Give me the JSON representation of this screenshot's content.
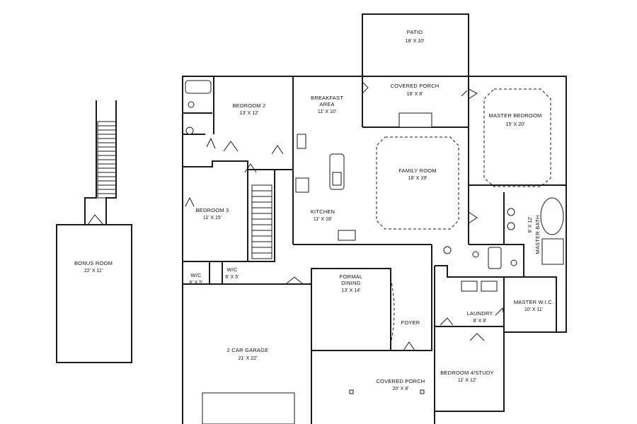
{
  "rooms": {
    "patio": {
      "name": "PATIO",
      "size": "18' X 10'"
    },
    "covered_porch_rear": {
      "name": "COVERED PORCH",
      "size": "18' X 8'"
    },
    "breakfast": {
      "name_line1": "BREAKFAST",
      "name_line2": "AREA",
      "size": "11' X 10'"
    },
    "bedroom2": {
      "name": "BEDROOM 2",
      "size": "13' X 12'"
    },
    "master_bedroom": {
      "name": "MASTER BEDROOM",
      "size": "15' X 20'"
    },
    "family_room": {
      "name": "FAMILY ROOM",
      "size": "18' X 19'"
    },
    "bedroom3": {
      "name": "BEDROOM 3",
      "size": "11' X 15'"
    },
    "kitchen": {
      "name": "KITCHEN",
      "size": "11' X 18'"
    },
    "master_bath": {
      "name": "MASTER BATH",
      "size": "9' X 12'"
    },
    "bonus_room": {
      "name": "BONUS ROOM",
      "size": "22' X 11'"
    },
    "wic1": {
      "name": "W/C",
      "size": "6' X 5'"
    },
    "wic2": {
      "name": "W/C",
      "size": "6' X 5'"
    },
    "formal_dining": {
      "name_line1": "FORMAL",
      "name_line2": "DINING",
      "size": "13' X 14'"
    },
    "foyer": {
      "name": "FOYER"
    },
    "laundry": {
      "name": "LAUNDRY",
      "size": "8' X 8'"
    },
    "master_wic": {
      "name": "MASTER W.I.C.",
      "size": "10' X 11'"
    },
    "garage": {
      "name": "2 CAR GARAGE",
      "size": "21' X 22'"
    },
    "covered_porch_front": {
      "name": "COVERED PORCH",
      "size": "20' X 8'"
    },
    "bedroom4": {
      "name": "BEDROOM 4/STUDY",
      "size": "11' X 12'"
    }
  }
}
